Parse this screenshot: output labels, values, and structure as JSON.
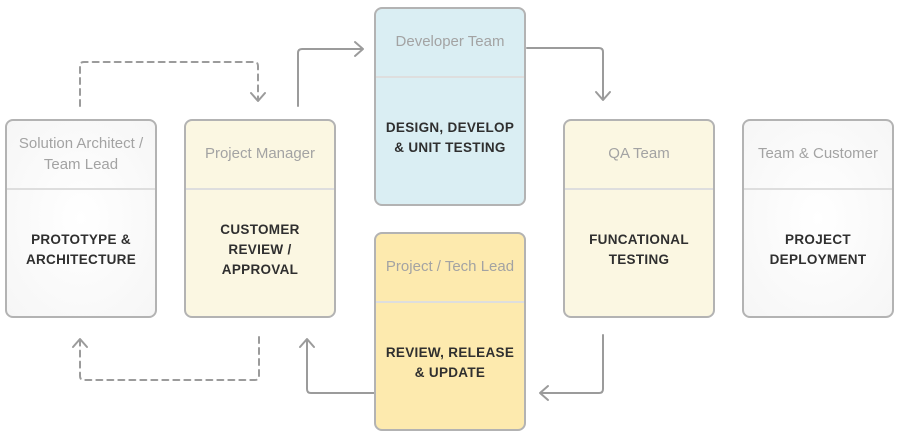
{
  "diagram": {
    "type": "flowchart",
    "background": "#ffffff",
    "nodes": [
      {
        "id": "prototype-architecture",
        "role": "Solution Architect /\nTeam Lead",
        "task": "PROTOTYPE &\nARCHITECTURE",
        "fill": "#f9f9f9"
      },
      {
        "id": "customer-review-approval",
        "role": "Project Manager",
        "task": "CUSTOMER\nREVIEW /\nAPPROVAL",
        "fill": "#fbf7e2"
      },
      {
        "id": "design-develop-unit-testing",
        "role": "Developer Team",
        "task": "DESIGN, DEVELOP\n& UNIT TESTING",
        "fill": "#daeef3"
      },
      {
        "id": "review-release-update",
        "role": "Project / Tech Lead",
        "task": "REVIEW, RELEASE\n& UPDATE",
        "fill": "#fdeaae"
      },
      {
        "id": "functional-testing",
        "role": "QA Team",
        "task": "FUNCATIONAL\nTESTING",
        "fill": "#fbf7e2"
      },
      {
        "id": "project-deployment",
        "role": "Team & Customer",
        "task": "PROJECT\nDEPLOYMENT",
        "fill": "#f9f9f9"
      }
    ],
    "edges": [
      {
        "from": "prototype-architecture",
        "to": "customer-review-approval",
        "style": "dashed"
      },
      {
        "from": "customer-review-approval",
        "to": "design-develop-unit-testing",
        "style": "solid"
      },
      {
        "from": "design-develop-unit-testing",
        "to": "functional-testing",
        "style": "solid"
      },
      {
        "from": "functional-testing",
        "to": "review-release-update",
        "style": "solid"
      },
      {
        "from": "review-release-update",
        "to": "customer-review-approval",
        "style": "solid"
      },
      {
        "from": "customer-review-approval",
        "to": "prototype-architecture",
        "style": "dashed"
      }
    ],
    "colors": {
      "arrow": "#9b9b9b",
      "node_border": "#b3b3b3",
      "divider": "#dedede",
      "role_text": "#a3a3a3",
      "task_text": "#2f2f2f",
      "node_white": "#f9f9f9",
      "node_cream": "#fbf7e2",
      "node_blue": "#daeef3",
      "node_gold": "#fdeaae"
    }
  }
}
